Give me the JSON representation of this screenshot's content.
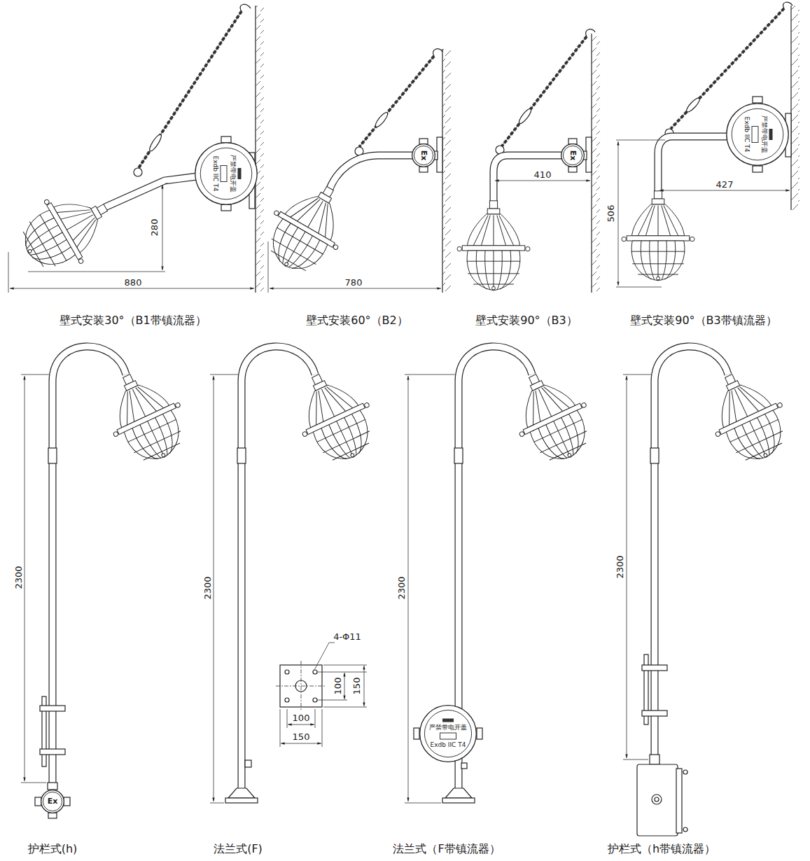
{
  "diagram": {
    "nodes": [
      {
        "text": [
          "严禁带电开盖",
          "Exdb IIC T4"
        ]
      },
      {
        "text": [
          "Ex"
        ]
      },
      {
        "text": [
          "Ex"
        ]
      },
      {
        "text": [
          "严禁带电开盖",
          "Exdb IIC T4"
        ]
      },
      {
        "text": [
          "Ex"
        ]
      },
      {
        "text": [
          "严禁带电开盖",
          "Exdb IIC T4"
        ]
      }
    ],
    "labels": [
      "280",
      "880",
      "780",
      "410",
      "427",
      "506",
      "壁式安装30°（B1带镇流器）",
      "壁式安装60°（B2）",
      "壁式安装90°（B3）",
      "壁式安装90°（B3带镇流器）",
      "2300",
      "2300",
      "4-Φ11",
      "100",
      "150",
      "100",
      "150",
      "2300",
      "2300",
      "护栏式(h)",
      "法兰式(F)",
      "法兰式（F带镇流器）",
      "护栏式（h带镇流器）"
    ]
  }
}
